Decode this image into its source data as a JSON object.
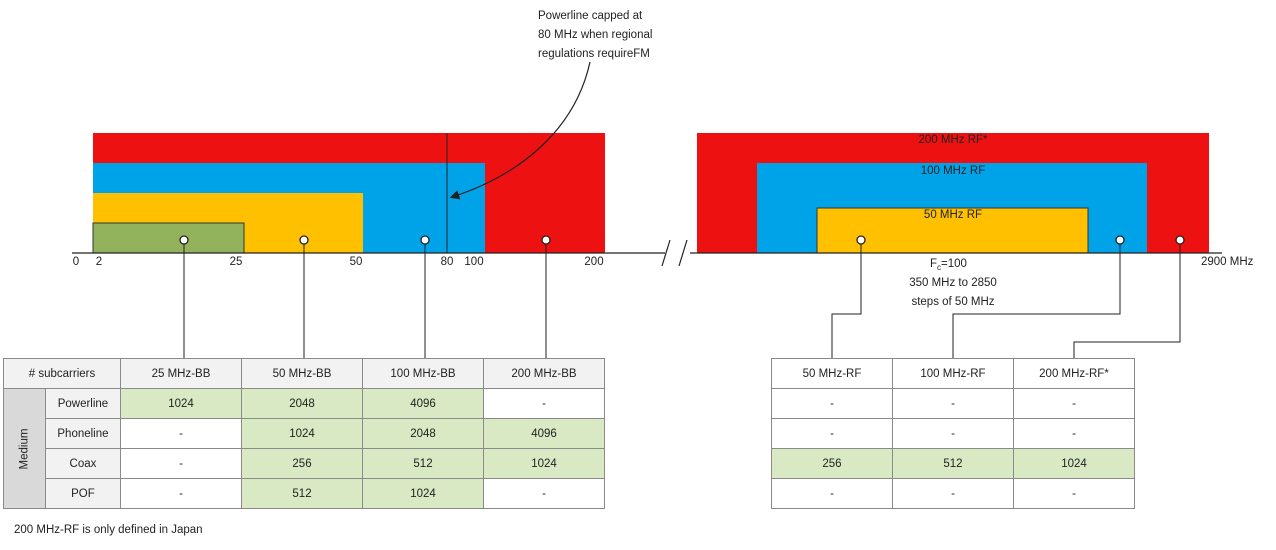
{
  "callout": {
    "line1": "Powerline capped at",
    "line2": "80 MHz when regional",
    "line3": "regulations requireFM"
  },
  "axis_ticks": [
    "0",
    "2",
    "25",
    "50",
    "80",
    "100",
    "200"
  ],
  "axis_end_label": "2900 MHz",
  "rf_bands": {
    "band200": "200 MHz RF*",
    "band100": "100 MHz RF",
    "band50": "50 MHz RF"
  },
  "fc_note": {
    "line1": "F",
    "line1_sub": "c",
    "line1_rest": "=100",
    "line2": "350 MHz to 2850",
    "line3": "steps of 50 MHz"
  },
  "colors": {
    "red": "#ee1111",
    "blue": "#00a3e8",
    "yellow": "#ffc000",
    "green": "#92b35c",
    "cell_green": "#d8e9c4"
  },
  "bb_table": {
    "corner": "# subcarriers",
    "medium_label": "Medium",
    "headers": [
      "25 MHz-BB",
      "50 MHz-BB",
      "100 MHz-BB",
      "200 MHz-BB"
    ],
    "rows": [
      {
        "label": "Powerline",
        "cells": [
          "1024",
          "2048",
          "4096",
          "-"
        ]
      },
      {
        "label": "Phoneline",
        "cells": [
          "-",
          "1024",
          "2048",
          "4096"
        ]
      },
      {
        "label": "Coax",
        "cells": [
          "-",
          "256",
          "512",
          "1024"
        ]
      },
      {
        "label": "POF",
        "cells": [
          "-",
          "512",
          "1024",
          "-"
        ]
      }
    ]
  },
  "rf_table": {
    "headers": [
      "50 MHz-RF",
      "100 MHz-RF",
      "200 MHz-RF*"
    ],
    "rows": [
      {
        "cells": [
          "-",
          "-",
          "-"
        ]
      },
      {
        "cells": [
          "-",
          "-",
          "-"
        ]
      },
      {
        "cells": [
          "256",
          "512",
          "1024"
        ]
      },
      {
        "cells": [
          "-",
          "-",
          "-"
        ]
      }
    ]
  },
  "footnote": "200 MHz-RF is only defined in Japan"
}
